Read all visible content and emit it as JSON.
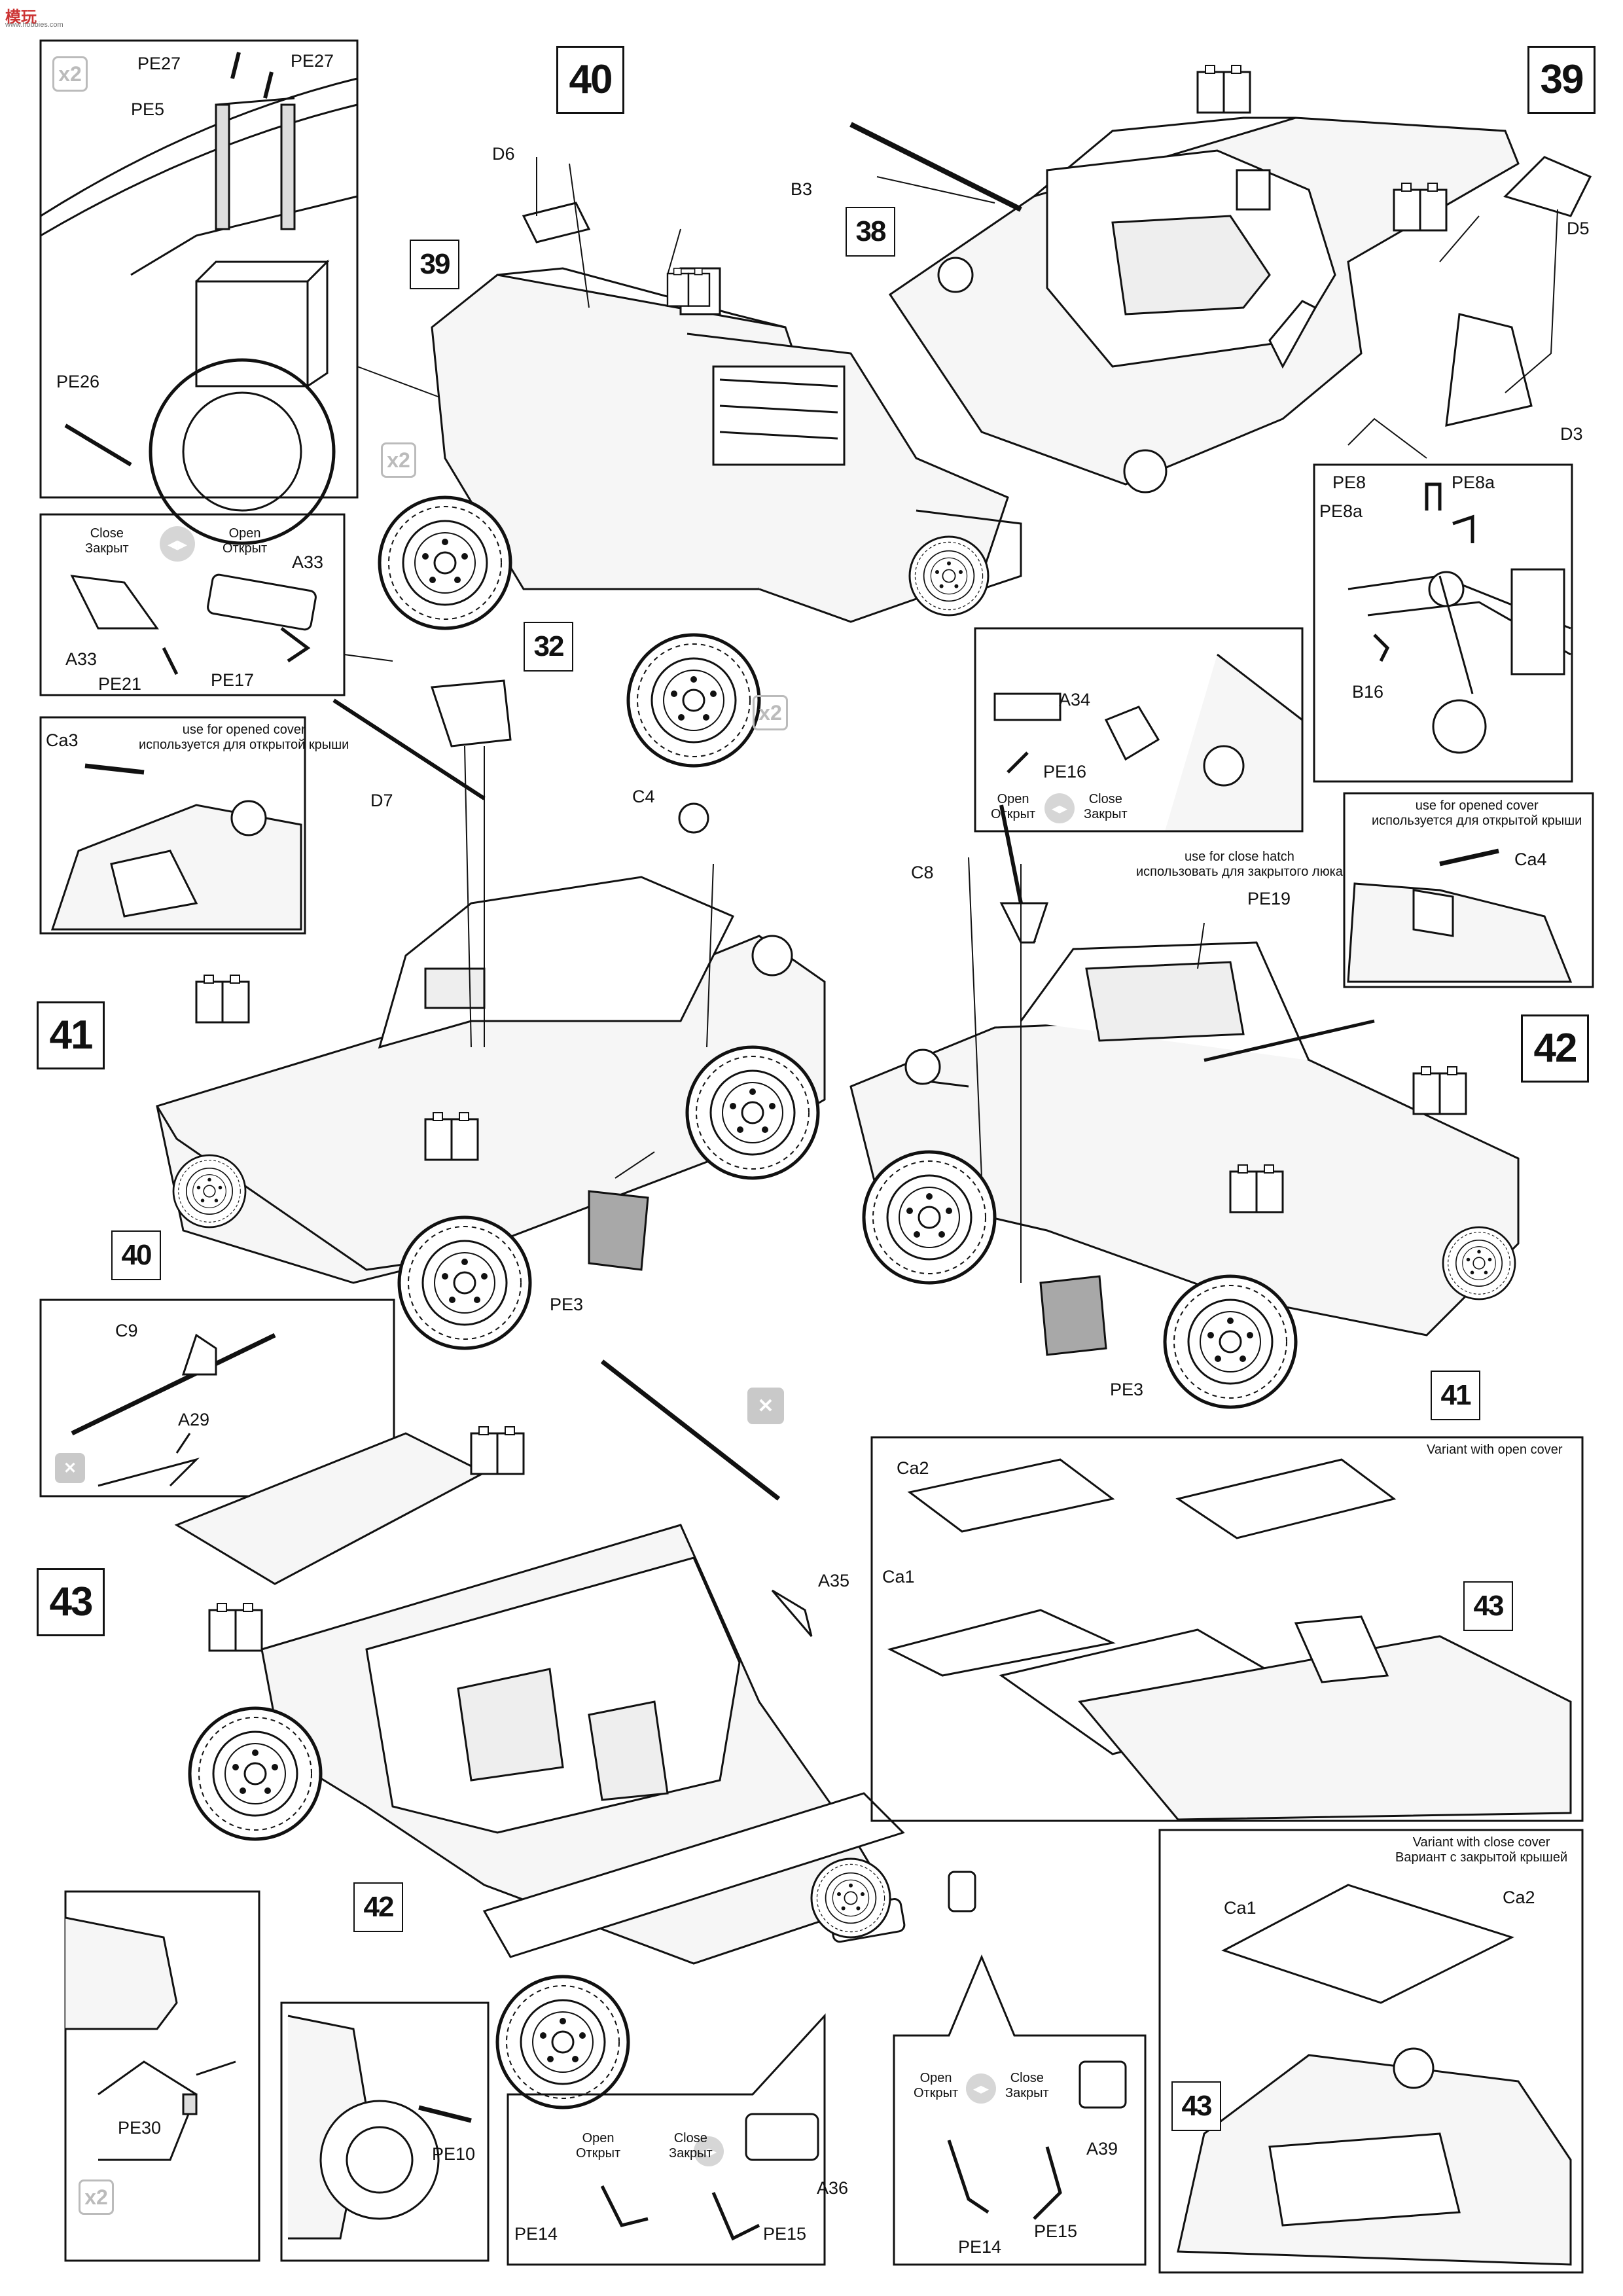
{
  "logo": {
    "text": "模玩",
    "subtext": "www.hobbies.com"
  },
  "steps": {
    "s38": "38",
    "s39": "39",
    "s40": "40",
    "s41": "41",
    "s42": "42",
    "s43": "43"
  },
  "refs": {
    "r39": "39",
    "r32": "32",
    "r40": "40",
    "r41": "41",
    "r42": "42",
    "r43a": "43",
    "r43b": "43"
  },
  "multipliers": {
    "x2": "x2"
  },
  "parts": {
    "PE27": "PE27",
    "PE5": "PE5",
    "PE26": "PE26",
    "D6": "D6",
    "B3": "B3",
    "D5": "D5",
    "D3": "D3",
    "PE8": "PE8",
    "PE8a": "PE8a",
    "B16": "B16",
    "A33": "A33",
    "PE21": "PE21",
    "PE17": "PE17",
    "Ca3": "Ca3",
    "D7": "D7",
    "C4": "C4",
    "A34": "A34",
    "PE16": "PE16",
    "C8": "C8",
    "PE19": "PE19",
    "Ca4": "Ca4",
    "PE3": "PE3",
    "C9": "C9",
    "A29": "A29",
    "A35": "A35",
    "Ca2": "Ca2",
    "Ca1": "Ca1",
    "PE30": "PE30",
    "PE10": "PE10",
    "A36": "A36",
    "PE14": "PE14",
    "PE15": "PE15",
    "A39": "A39"
  },
  "notes": {
    "close_en": "Close",
    "close_ru": "Закрыт",
    "open_en": "Open",
    "open_ru": "Открыт",
    "opened_cover_en": "use for opened cover",
    "opened_cover_ru": "используется для открытой крыши",
    "close_hatch_en": "use for close hatch",
    "close_hatch_ru": "использовать для закрытого люка",
    "variant_open": "Variant with open cover",
    "variant_close_en": "Variant with close cover",
    "variant_close_ru": "Вариант с закрытой крышей"
  },
  "colors": {
    "line": "#111111",
    "vehicle_fill": "#f4f4f4",
    "pe_fill": "#a8a8a8",
    "icon_grey": "#c9c9c9"
  }
}
